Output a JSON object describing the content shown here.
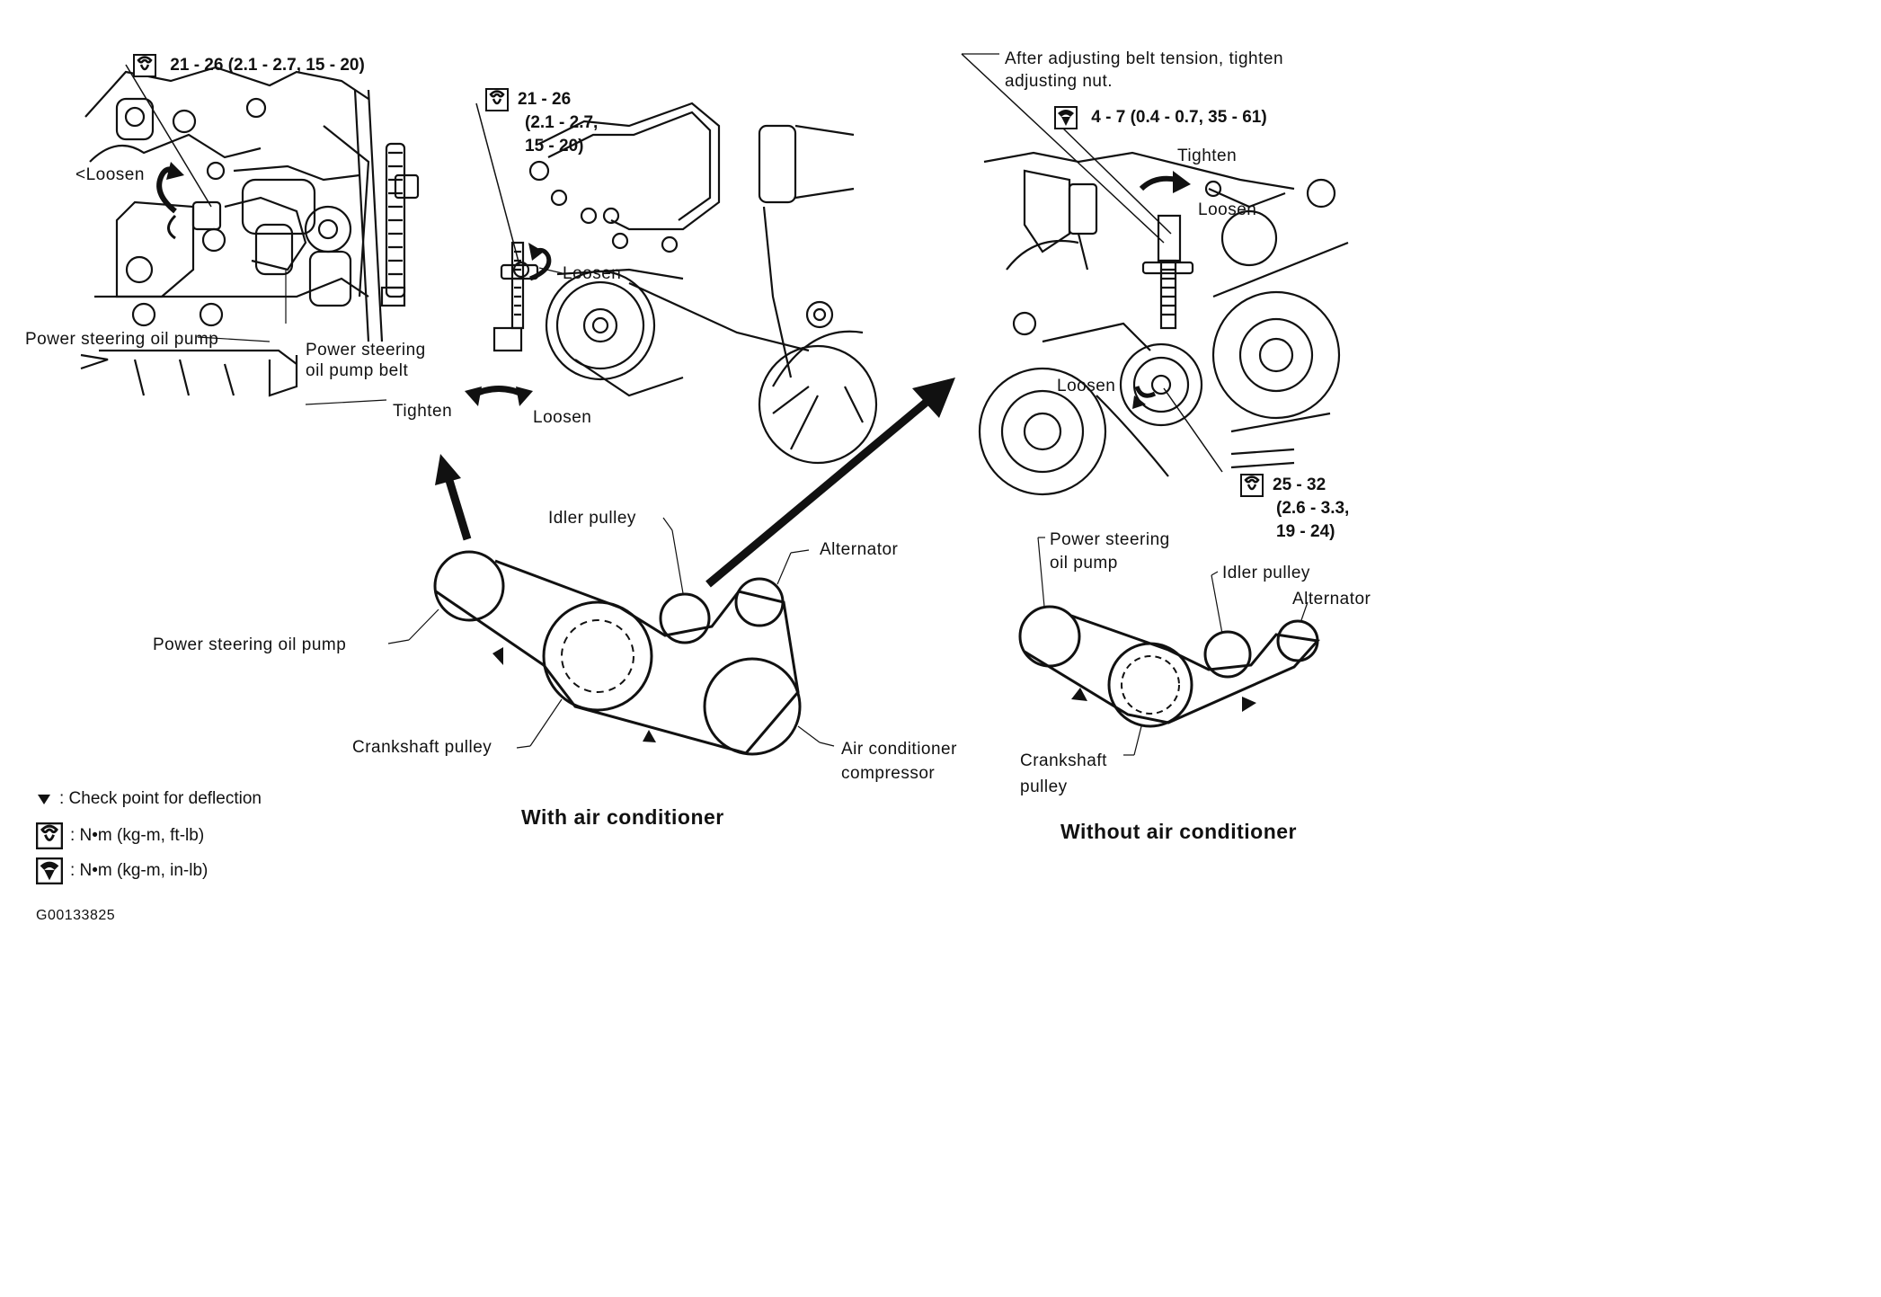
{
  "torque_specs": {
    "ps_pump_bracket": "21 - 26 (2.1 - 2.7, 15 - 20)",
    "ps_pump_bolt": [
      "21 - 26",
      "(2.1 - 2.7,",
      "15 - 20)"
    ],
    "adjusting_nut": "4 - 7 (0.4 - 0.7, 35 - 61)",
    "idler_pulley_bolt": [
      "25 - 32",
      "(2.6 - 3.3,",
      "19 - 24)"
    ]
  },
  "left_detail": {
    "loosen": "Loosen",
    "ps_pump": "Power steering oil pump",
    "ps_belt": [
      "Power steering",
      "oil pump belt"
    ],
    "tighten": "Tighten"
  },
  "center_detail": {
    "loosen_top": "Loosen",
    "loosen_bottom": "Loosen"
  },
  "right_detail": {
    "note": [
      "After adjusting belt tension, tighten",
      "adjusting nut."
    ],
    "tighten": "Tighten",
    "loosen_top": "Loosen",
    "loosen_mid": "Loosen"
  },
  "with_ac": {
    "caption": "With air conditioner",
    "idler": "Idler pulley",
    "alternator": "Alternator",
    "ps_pump": "Power steering oil pump",
    "crankshaft": "Crankshaft pulley",
    "ac_compressor": [
      "Air conditioner",
      "compressor"
    ]
  },
  "without_ac": {
    "caption": "Without air conditioner",
    "ps_pump": [
      "Power steering",
      "oil pump"
    ],
    "idler": "Idler pulley",
    "alternator": "Alternator",
    "crankshaft": [
      "Crankshaft",
      "pulley"
    ]
  },
  "legend": {
    "check_point": ": Check point for deflection",
    "torque_ftlb": ": N•m (kg-m, ft-lb)",
    "torque_inlb": ": N•m (kg-m, in-lb)"
  },
  "figure_code": "G00133825",
  "icons": [
    "torque-wrench-icon",
    "torque-wrench-filled-icon",
    "check-point-triangle-icon",
    "rotation-arrow-icon"
  ]
}
